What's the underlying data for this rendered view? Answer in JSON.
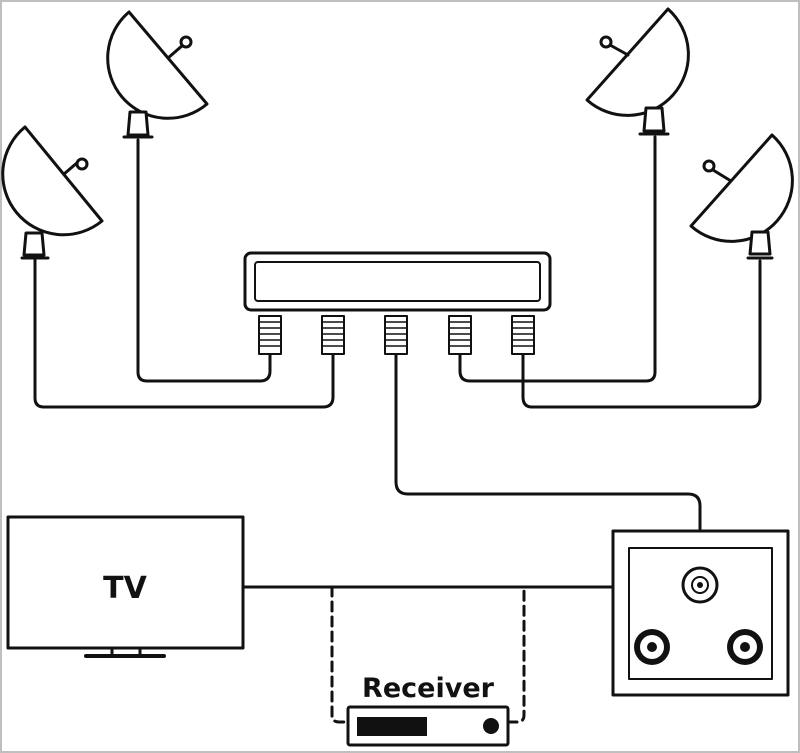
{
  "labels": {
    "tv": "TV",
    "receiver": "Receiver"
  },
  "colors": {
    "line": "#111111",
    "background": "#ffffff",
    "frame": "#bfbfbf"
  },
  "components": {
    "dishes": [
      "satellite-dish-1",
      "satellite-dish-2",
      "satellite-dish-3",
      "satellite-dish-4"
    ],
    "switch_ports": 5,
    "wall_outlet_sockets": 3
  }
}
